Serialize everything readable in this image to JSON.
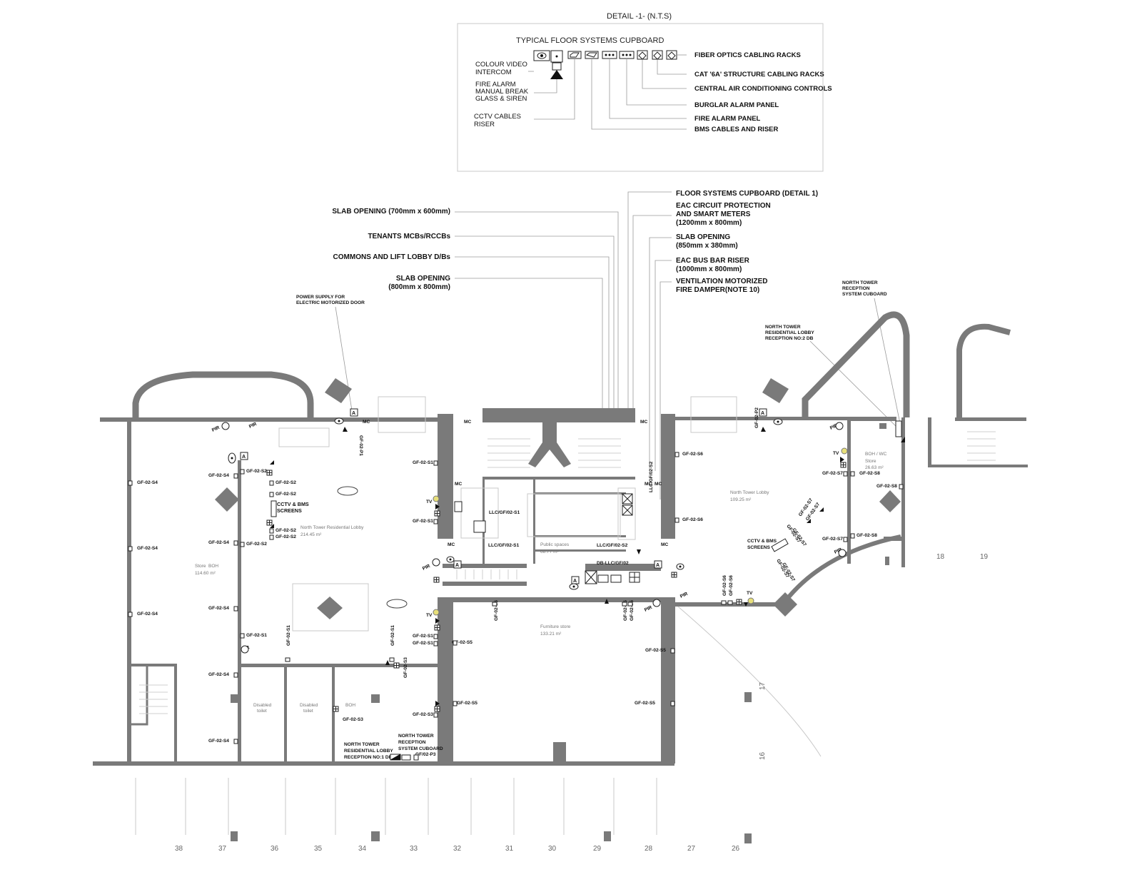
{
  "detail": {
    "title": "DETAIL -1- (N.T.S)",
    "cupboard_title": "TYPICAL FLOOR SYSTEMS CUPBOARD",
    "left_labels": [
      [
        "COLOUR VIDEO",
        "INTERCOM"
      ],
      [
        "FIRE ALARM",
        "MANUAL BREAK",
        "GLASS & SIREN"
      ],
      [
        "CCTV CABLES",
        "RISER"
      ]
    ],
    "right_labels": [
      "FIBER OPTICS CABLING RACKS",
      "CAT '6A' STRUCTURE CABLING RACKS",
      "CENTRAL AIR CONDITIONING CONTROLS",
      "BURGLAR ALARM PANEL",
      "FIRE ALARM PANEL",
      "BMS CABLES AND RISER"
    ]
  },
  "callouts": {
    "left": [
      [
        "SLAB OPENING (700mm x 600mm)"
      ],
      [
        "TENANTS MCBs/RCCBs"
      ],
      [
        "COMMONS AND LIFT LOBBY D/Bs"
      ],
      [
        "SLAB OPENING",
        "(800mm x 800mm)"
      ]
    ],
    "right": [
      [
        "FLOOR SYSTEMS CUPBOARD (DETAIL 1)"
      ],
      [
        "EAC CIRCUIT PROTECTION",
        "AND SMART METERS",
        "(1200mm x 800mm)"
      ],
      [
        "SLAB OPENING",
        "(850mm x 380mm)"
      ],
      [
        "EAC BUS BAR RISER",
        " (1000mm x 800mm)"
      ],
      [
        "VENTILATION MOTORIZED",
        "FIRE DAMPER(NOTE 10)"
      ]
    ]
  },
  "notes": {
    "power_supply": [
      "POWER SUPPLY FOR",
      "ELECTRIC MOTORIZED DOOR"
    ],
    "north_reception_cupboard": [
      "NORTH TOWER",
      "RECEPTION",
      "SYSTEM CUBOARD"
    ],
    "north_lobby_db2": [
      "NORTH TOWER",
      "RESIDENTIAL LOBBY",
      "RECEPTION NO:2 DB"
    ],
    "north_lobby_db1": [
      "NORTH TOWER",
      "RESIDENTIAL LOBBY",
      "RECEPTION NO:1 DB"
    ],
    "north_reception_cupboard_2": [
      "NORTH TOWER",
      "RECEPTION",
      "SYSTEM CUBOARD"
    ],
    "gf02p3": "GF/02-P3",
    "cctv_left": [
      "CCTV & BMS",
      "SCREENS"
    ],
    "cctv_right": [
      "CCTV & BMS",
      "SCREENS"
    ]
  },
  "rooms": {
    "res_lobby": [
      "North Tower Residential Lobby",
      "214.45 m²"
    ],
    "store_left": [
      "Store",
      "114.60 m²"
    ],
    "boh_left": "BOH",
    "public": [
      "Public spaces",
      "68.77 m²"
    ],
    "furniture": [
      "Furniture store",
      "133.21 m²"
    ],
    "north_lobby": [
      "North Tower Lobby",
      "109.25 m²"
    ],
    "store_right": [
      "Store",
      "26.63 m²"
    ],
    "boh_wc": "BOH / WC",
    "toilet1": [
      "Disabled",
      "toilet"
    ],
    "toilet2": [
      "Disabled",
      "toilet"
    ],
    "boh_small": "BOH"
  },
  "device_labels": {
    "s4": "GF-02-S4",
    "s2": "GF-02-S2",
    "s1": "GF-02-S1",
    "s3": "GF-02-S3",
    "s5": "GF-02-S5",
    "s6": "GF-02-S6",
    "s7": "GF-02-S7",
    "s8": "GF-02-S8",
    "p1": "GF-02-P1",
    "p2": "GF-02-P2",
    "llc1": "LLC/GF/02-S1",
    "llc2": "LLC/GF/02-S2",
    "dbllc": "DB-LLC/GF/02",
    "mc": "MC",
    "tv": "TV",
    "pir": "PIR",
    "a": "A"
  },
  "grid": [
    "38",
    "37",
    "36",
    "35",
    "34",
    "33",
    "32",
    "31",
    "30",
    "29",
    "28",
    "27",
    "26"
  ],
  "grid_side": [
    "18",
    "19",
    "17",
    "16"
  ]
}
